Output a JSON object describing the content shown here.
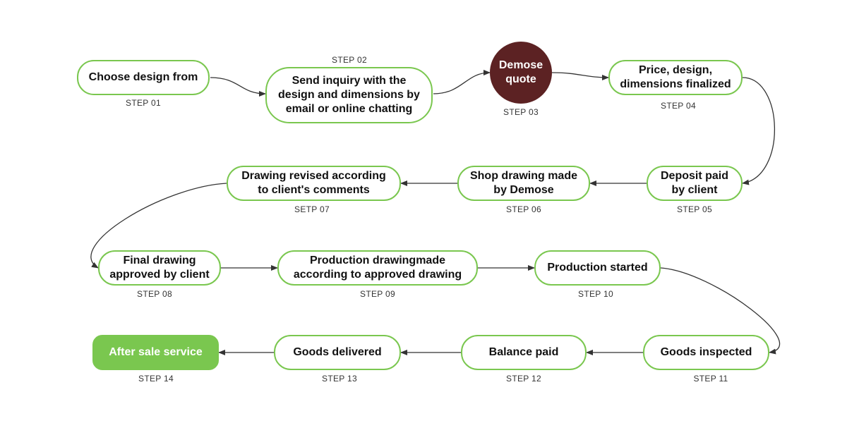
{
  "colors": {
    "accent": "#7ac74f",
    "highlight": "#5c2223",
    "connector": "#333333"
  },
  "steps": [
    {
      "text": "Choose design from",
      "label": "STEP 01"
    },
    {
      "text": "Send inquiry with the\ndesign and dimensions by\nemail or online chatting",
      "label": "STEP 02"
    },
    {
      "text": "Demose\nquote",
      "label": "STEP 03"
    },
    {
      "text": "Price, design,\ndimensions finalized",
      "label": "STEP 04"
    },
    {
      "text": "Deposit paid\nby client",
      "label": "STEP 05"
    },
    {
      "text": "Shop drawing made\nby Demose",
      "label": "STEP 06"
    },
    {
      "text": "Drawing revised according\nto client's comments",
      "label": "SETP 07"
    },
    {
      "text": "Final drawing\napproved by client",
      "label": "STEP 08"
    },
    {
      "text": "Production drawingmade\naccording to approved drawing",
      "label": "STEP 09"
    },
    {
      "text": "Production started",
      "label": "STEP 10"
    },
    {
      "text": "Goods inspected",
      "label": "STEP 11"
    },
    {
      "text": "Balance paid",
      "label": "STEP 12"
    },
    {
      "text": "Goods delivered",
      "label": "STEP 13"
    },
    {
      "text": "After sale service",
      "label": "STEP 14"
    }
  ]
}
